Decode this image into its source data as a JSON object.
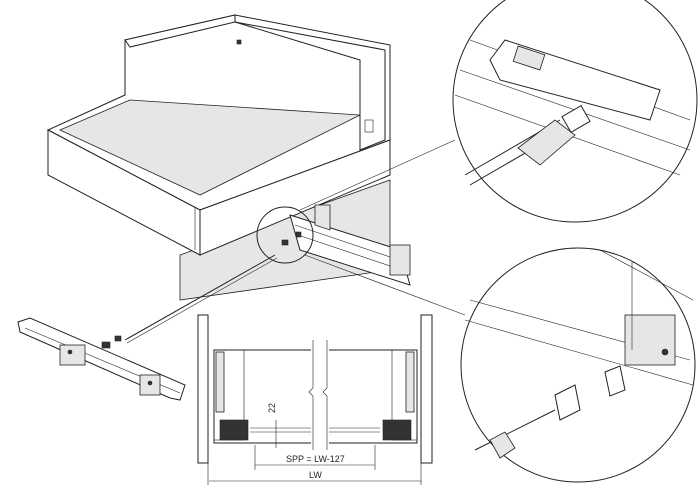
{
  "diagram": {
    "dimensions": {
      "height_label": "22",
      "spp_label": "SPP = LW-127",
      "width_label": "LW"
    }
  }
}
